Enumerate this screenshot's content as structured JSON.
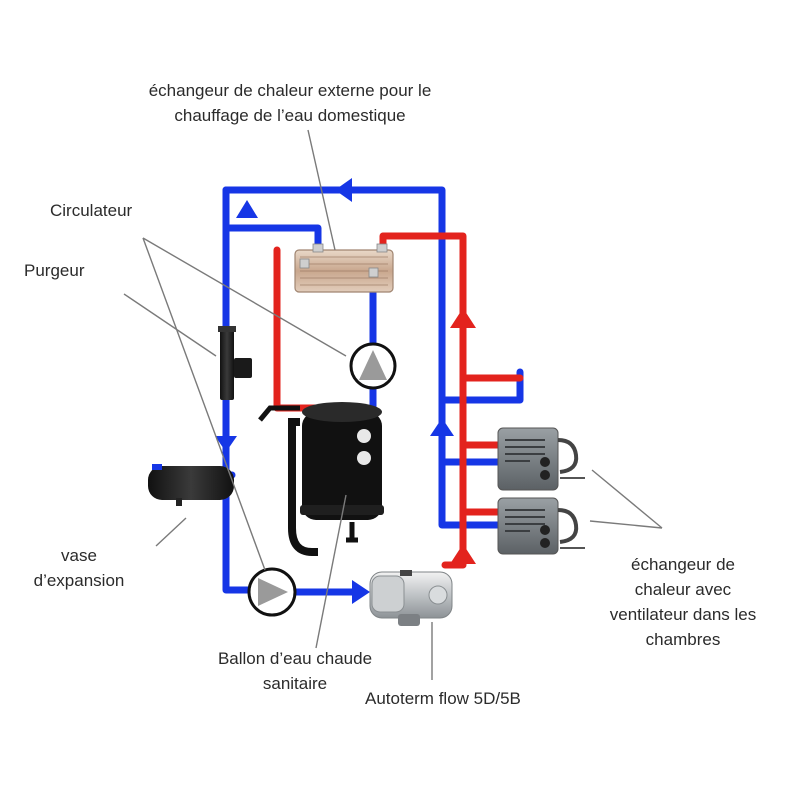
{
  "labels": {
    "external_exchanger_line1": "échangeur de chaleur externe pour le",
    "external_exchanger_line2": "chauffage de l’eau domestique",
    "circulator": "Circulateur",
    "bleeder": "Purgeur",
    "expansion_line1": "vase",
    "expansion_line2": "d’expansion",
    "tank_line1": "Ballon d’eau chaude",
    "tank_line2": "sanitaire",
    "heater": "Autoterm flow 5D/5B",
    "room_exchanger_line1": "échangeur de",
    "room_exchanger_line2": "chaleur avec",
    "room_exchanger_line3": "ventilateur dans les",
    "room_exchanger_line4": "chambres"
  },
  "colors": {
    "cold_pipe": "#1636e6",
    "hot_pipe": "#e3231d",
    "leader_line": "#7a7a7a",
    "text": "#2b2b2b"
  }
}
